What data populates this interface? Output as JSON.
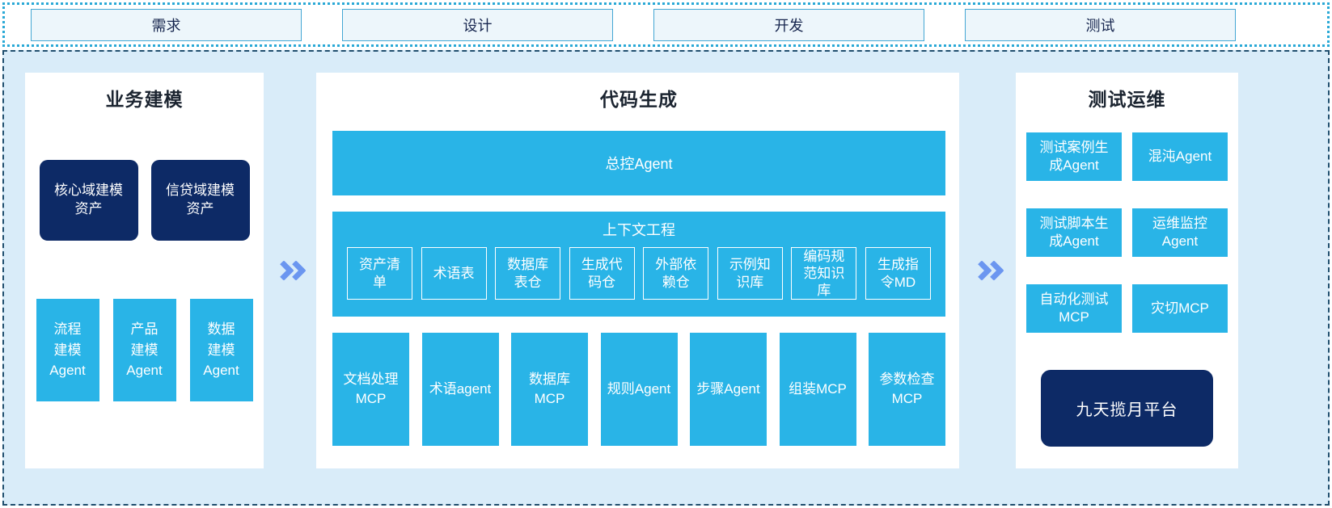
{
  "phases": [
    "需求",
    "设计",
    "开发",
    "测试"
  ],
  "business_modeling": {
    "title": "业务建模",
    "assets": [
      "核心域建模资产",
      "信贷域建模资产"
    ],
    "agents": [
      "流程建模Agent",
      "产品建模Agent",
      "数据建模Agent"
    ]
  },
  "code_generation": {
    "title": "代码生成",
    "master_agent": "总控Agent",
    "context_engineering": {
      "title": "上下文工程",
      "items": [
        "资产清单",
        "术语表",
        "数据库表仓",
        "生成代码仓",
        "外部依赖仓",
        "示例知识库",
        "编码规范知识库",
        "生成指令MD"
      ]
    },
    "tools": [
      "文档处理MCP",
      "术语agent",
      "数据库MCP",
      "规则Agent",
      "步骤Agent",
      "组装MCP",
      "参数检查MCP"
    ]
  },
  "test_ops": {
    "title": "测试运维",
    "agents": [
      "测试案例生成Agent",
      "混沌Agent",
      "测试脚本生成Agent",
      "运维监控Agent",
      "自动化测试MCP",
      "灾切MCP"
    ],
    "platform": "九天揽月平台"
  },
  "icons": {
    "flow_arrow": "double-chevron-right"
  },
  "colors": {
    "cyan": "#29b4e7",
    "navy": "#0d2a66",
    "page_background": "#d9ecf9",
    "phase_fill": "#edf6fb",
    "phase_border": "#44a7d4",
    "dotted_border": "#2aa9d6",
    "dashed_border": "#1f4e6e",
    "arrow": "#6b96f0"
  }
}
